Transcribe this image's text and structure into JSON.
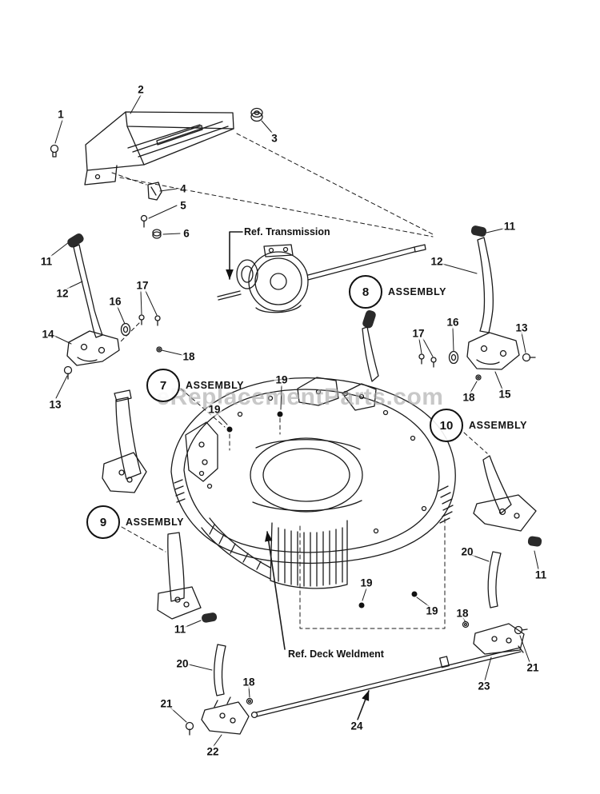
{
  "watermark": {
    "text": "eReplacementParts.com"
  },
  "ref_labels": {
    "transmission": "Ref. Transmission",
    "deck_weldment": "Ref. Deck Weldment"
  },
  "assemblies": [
    {
      "number": "7",
      "label": "ASSEMBLY"
    },
    {
      "number": "8",
      "label": "ASSEMBLY"
    },
    {
      "number": "9",
      "label": "ASSEMBLY"
    },
    {
      "number": "10",
      "label": "ASSEMBLY"
    }
  ],
  "callouts": [
    "1",
    "2",
    "3",
    "4",
    "5",
    "6",
    "11",
    "12",
    "17",
    "16",
    "14",
    "13",
    "18",
    "19",
    "19",
    "11",
    "12",
    "13",
    "16",
    "17",
    "18",
    "15",
    "20",
    "11",
    "19",
    "19",
    "18",
    "21",
    "23",
    "11",
    "20",
    "18",
    "21",
    "22",
    "24"
  ]
}
